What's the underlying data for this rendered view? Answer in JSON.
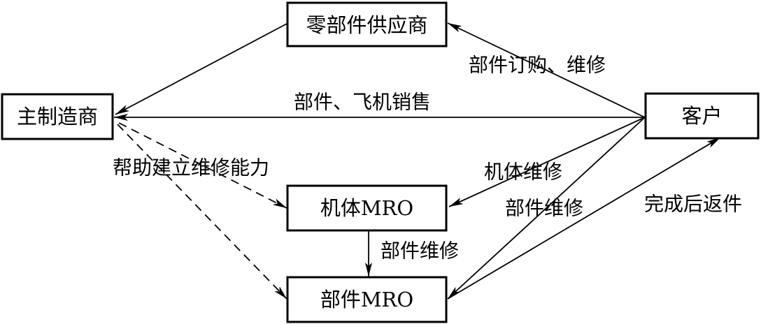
{
  "nodes": {
    "supplier": "零部件供应商",
    "manufacturer": "主制造商",
    "customer": "客户",
    "airframe_mro": "机体MRO",
    "component_mro": "部件MRO"
  },
  "edges": {
    "parts_order_repair": "部件订购、维修",
    "parts_aircraft_sales": "部件、飞机销售",
    "help_build_capability": "帮助建立维修能力",
    "airframe_maintenance": "机体维修",
    "component_repair_customer": "部件维修",
    "component_repair_internal": "部件维修",
    "return_after_repair": "完成后返件"
  }
}
